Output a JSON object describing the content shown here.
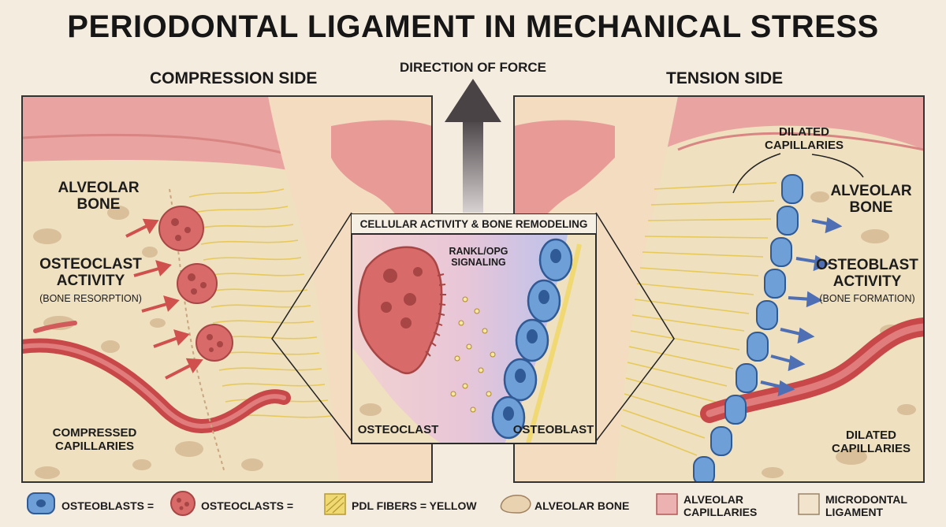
{
  "title": "PERIODONTAL LIGAMENT IN MECHANICAL STRESS",
  "headings": {
    "compression": "COMPRESSION SIDE",
    "force": "DIRECTION OF FORCE",
    "tension": "TENSION SIDE"
  },
  "compression_labels": {
    "bone": "ALVEOLAR\nBONE",
    "activity": "OSTEOCLAST\nACTIVITY",
    "activity_sub": "(BONE RESORPTION)",
    "capillaries": "COMPRESSED\nCAPILLARIES"
  },
  "tension_labels": {
    "capillaries_top": "DILATED\nCAPILLARIES",
    "bone": "ALVEOLAR\nBONE",
    "activity": "OSTEOBLAST\nACTIVITY",
    "activity_sub": "(BONE FORMATION)",
    "capillaries_bottom": "DILATED\nCAPILLARIES"
  },
  "inset": {
    "title": "CELLULAR ACTIVITY & BONE REMODELING",
    "signaling": "RANKL/OPG\nSIGNALING",
    "left_cell": "OSTEOCLAST",
    "right_cell": "OSTEOBLAST"
  },
  "legend": [
    {
      "icon": "osteoblast-icon",
      "label": "OSTEOBLASTS ="
    },
    {
      "icon": "osteoclast-icon",
      "label": "OSTEOCLASTS ="
    },
    {
      "icon": "pdl-fiber-icon",
      "label": "PDL FIBERS = YELLOW"
    },
    {
      "icon": "alveolar-bone-icon",
      "label": "ALVEOLAR BONE"
    },
    {
      "icon": "alveolar-capillaries-icon",
      "label": "ALVEOLAR\nCAPILLARIES"
    },
    {
      "icon": "microdontal-ligament-icon",
      "label": "MICRODONTAL\nLIGAMENT"
    }
  ],
  "colors": {
    "background": "#f4ecdf",
    "bone": "#efe0bf",
    "bone_spots": "#d9bf9a",
    "gum": "#e9a3a0",
    "fiber": "#f0d873",
    "osteoblast": "#6e9fd6",
    "osteoclast": "#d86a6a",
    "capillary": "#c8484a",
    "arrow_red": "#d0504e",
    "arrow_blue": "#4f6fb5"
  }
}
